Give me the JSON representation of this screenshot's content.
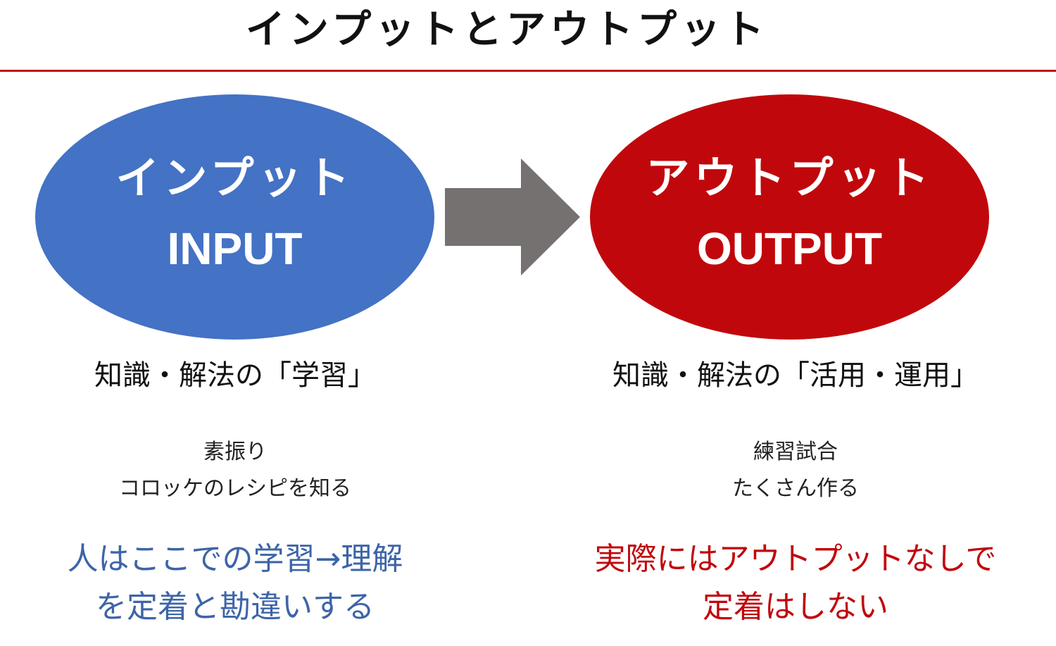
{
  "title": "インプットとアウトプット",
  "colors": {
    "rule": "#c0141a",
    "input": "#4472c4",
    "output": "#c0080c",
    "arrow": "#767171",
    "input_text": "#3d64a8",
    "output_text": "#c0080c"
  },
  "input": {
    "label_jp": "インプット",
    "label_en": "INPUT",
    "subheading": "知識・解法の「学習」",
    "examples": [
      "素振り",
      "コロッケのレシピを知る"
    ],
    "note": [
      "人はここでの学習→理解",
      "を定着と勘違いする"
    ]
  },
  "output": {
    "label_jp": "アウトプット",
    "label_en": "OUTPUT",
    "subheading": "知識・解法の「活用・運用」",
    "examples": [
      "練習試合",
      "たくさん作る"
    ],
    "note": [
      "実際にはアウトプットなしで",
      "定着はしない"
    ]
  },
  "arrow_icon": "right-arrow-icon"
}
